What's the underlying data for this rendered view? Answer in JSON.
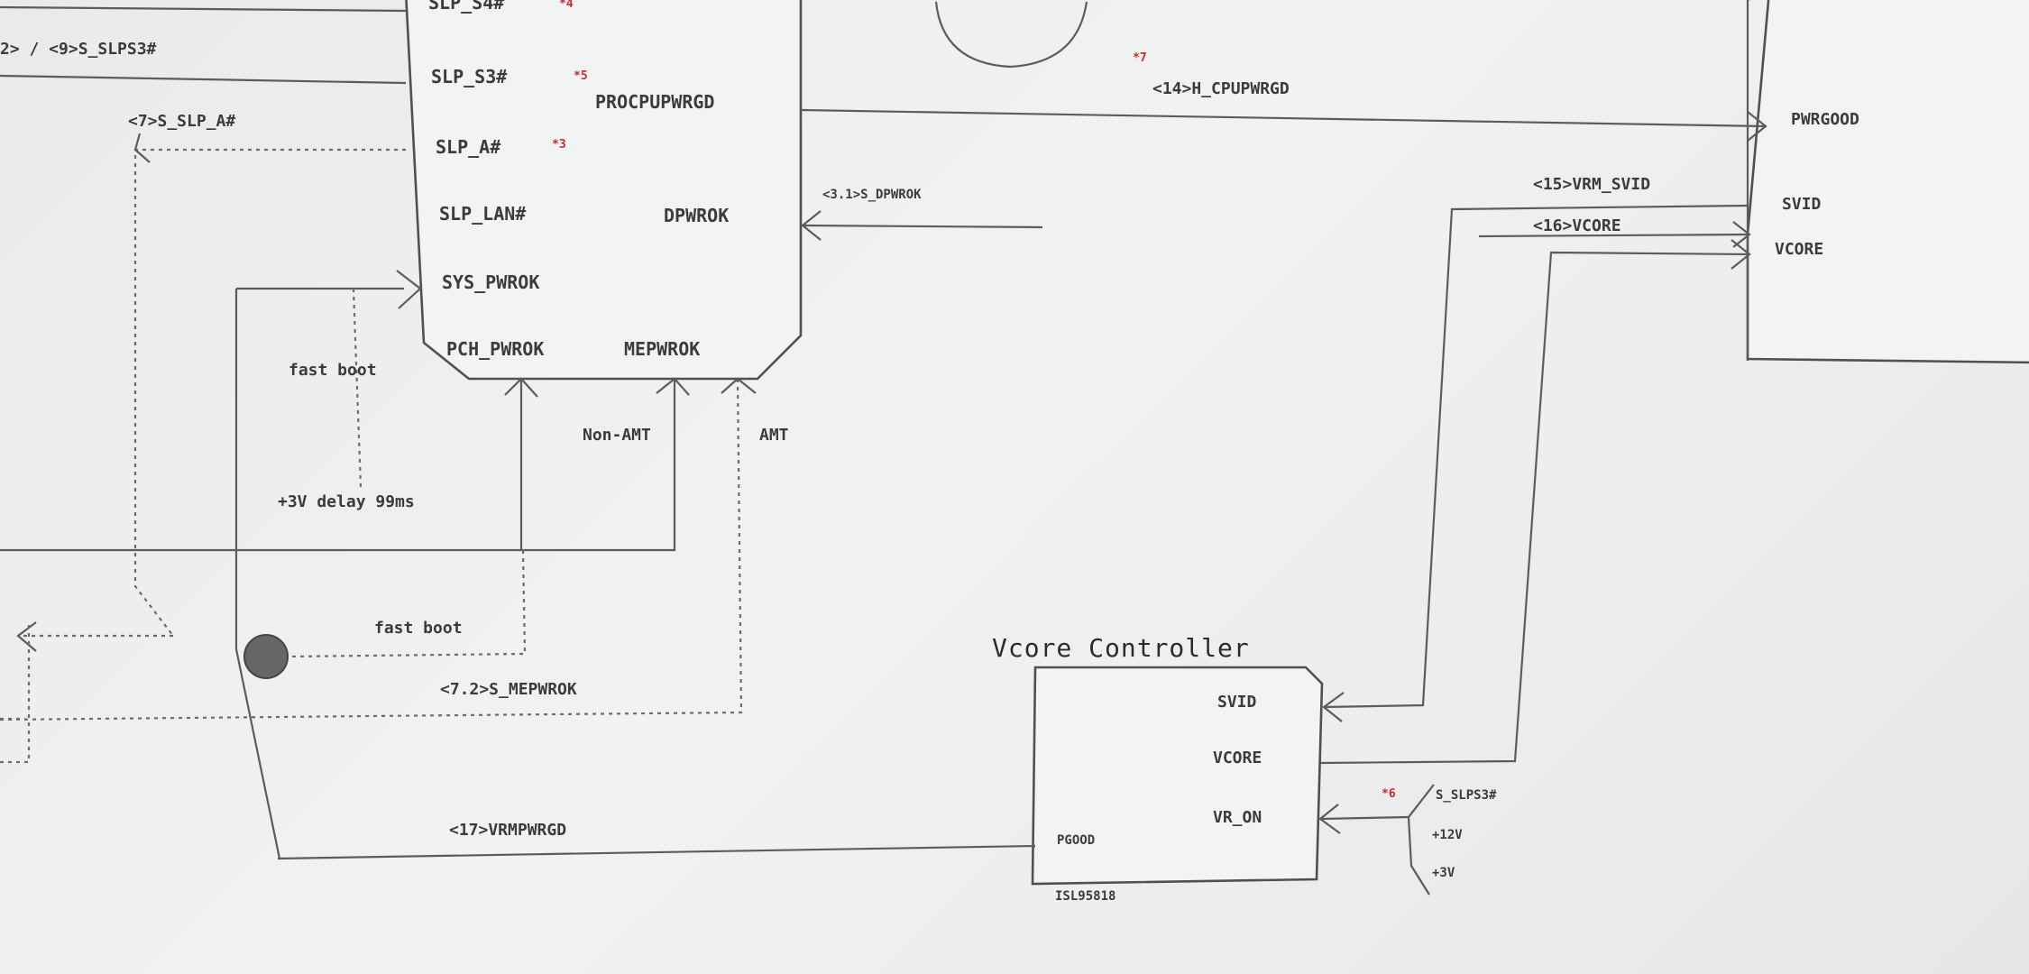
{
  "diagram": {
    "pch": {
      "pins": {
        "slp_s4": "SLP_S4#",
        "slp_s3": "SLP_S3#",
        "slp_a": "SLP_A#",
        "slp_lan": "SLP_LAN#",
        "sys_pwrok": "SYS_PWROK",
        "pch_pwrok": "PCH_PWROK",
        "procpupwrgd": "PROCPUPWRGD",
        "dpwrok": "DPWROK",
        "mepwrok": "MEPWROK"
      },
      "marks": {
        "s4": "*4",
        "s3": "*5",
        "sa": "*3"
      }
    },
    "cpu": {
      "pins": {
        "pwrgood": "PWRGOOD",
        "svid": "SVID",
        "vcore": "VCORE"
      }
    },
    "vcore_controller": {
      "title": "Vcore Controller",
      "part": "ISL95818",
      "pins": {
        "svid": "SVID",
        "vcore": "VCORE",
        "vr_on": "VR_ON",
        "pgood": "PGOOD"
      },
      "vr_on_mark": "*6"
    },
    "nets": {
      "slps3_top": "2> / <9>S_SLPS3#",
      "slp_a": "<7>S_SLP_A#",
      "cpupwrgd": "<14>H_CPUPWRGD",
      "cpupwrgd_mark": "*7",
      "dpwrok_in": "<3.1>S_DPWROK",
      "vrm_svid": "<15>VRM_SVID",
      "vcore": "<16>VCORE",
      "mepwrok": "<7.2>S_MEPWROK",
      "vrmpwrgd": "<17>VRMPWRGD"
    },
    "annotations": {
      "fast_boot_1": "fast boot",
      "delay": "+3V delay 99ms",
      "fast_boot_2": "fast boot",
      "non_amt": "Non-AMT",
      "amt": "AMT"
    },
    "vr_inputs": [
      "S_SLPS3#",
      "+12V",
      "+3V"
    ]
  }
}
